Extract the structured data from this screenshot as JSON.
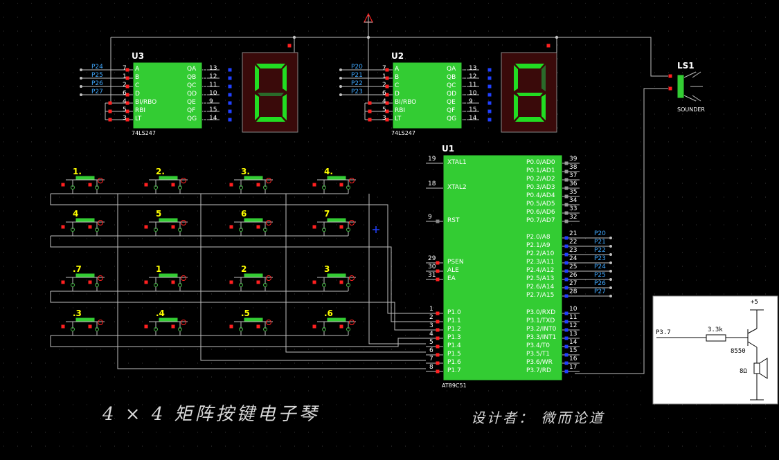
{
  "chips": {
    "u3": {
      "name": "U3",
      "part": "74LS247",
      "inputs": [
        "A",
        "B",
        "C",
        "D",
        "BI/RBO",
        "RBI",
        "LT"
      ],
      "input_pins": [
        "7",
        "1",
        "2",
        "6",
        "4",
        "5",
        "3"
      ],
      "outputs": [
        "QA",
        "QB",
        "QC",
        "QD",
        "QE",
        "QF",
        "QG"
      ],
      "output_pins": [
        "13",
        "12",
        "11",
        "10",
        "9",
        "15",
        "14"
      ],
      "nets": [
        "P24",
        "P25",
        "P26",
        "P27"
      ],
      "digit": "0"
    },
    "u2": {
      "name": "U2",
      "part": "74LS247",
      "inputs": [
        "A",
        "B",
        "C",
        "D",
        "BI/RBO",
        "RBI",
        "LT"
      ],
      "input_pins": [
        "7",
        "1",
        "2",
        "6",
        "4",
        "5",
        "3"
      ],
      "outputs": [
        "QA",
        "QB",
        "QC",
        "QD",
        "QE",
        "QF",
        "QG"
      ],
      "output_pins": [
        "13",
        "12",
        "11",
        "10",
        "9",
        "15",
        "14"
      ],
      "nets": [
        "P20",
        "P21",
        "P22",
        "P23"
      ],
      "digit": "6"
    },
    "u1": {
      "name": "U1",
      "part": "AT89C51",
      "left_top": [
        {
          "label": "XTAL1",
          "pin": "19"
        },
        {
          "label": "XTAL2",
          "pin": "18"
        },
        {
          "label": "RST",
          "pin": "9"
        }
      ],
      "left_mid": [
        {
          "label": "PSEN",
          "pin": "29"
        },
        {
          "label": "ALE",
          "pin": "30"
        },
        {
          "label": "EA",
          "pin": "31"
        }
      ],
      "left_p1": [
        {
          "label": "P1.0",
          "pin": "1"
        },
        {
          "label": "P1.1",
          "pin": "2"
        },
        {
          "label": "P1.2",
          "pin": "3"
        },
        {
          "label": "P1.3",
          "pin": "4"
        },
        {
          "label": "P1.4",
          "pin": "5"
        },
        {
          "label": "P1.5",
          "pin": "6"
        },
        {
          "label": "P1.6",
          "pin": "7"
        },
        {
          "label": "P1.7",
          "pin": "8"
        }
      ],
      "p0": [
        {
          "label": "P0.0/AD0",
          "pin": "39"
        },
        {
          "label": "P0.1/AD1",
          "pin": "38"
        },
        {
          "label": "P0.2/AD2",
          "pin": "37"
        },
        {
          "label": "P0.3/AD3",
          "pin": "36"
        },
        {
          "label": "P0.4/AD4",
          "pin": "35"
        },
        {
          "label": "P0.5/AD5",
          "pin": "34"
        },
        {
          "label": "P0.6/AD6",
          "pin": "33"
        },
        {
          "label": "P0.7/AD7",
          "pin": "32"
        }
      ],
      "p2": [
        {
          "label": "P2.0/A8",
          "pin": "21",
          "net": "P20"
        },
        {
          "label": "P2.1/A9",
          "pin": "22",
          "net": "P21"
        },
        {
          "label": "P2.2/A10",
          "pin": "23",
          "net": "P22"
        },
        {
          "label": "P2.3/A11",
          "pin": "24",
          "net": "P23"
        },
        {
          "label": "P2.4/A12",
          "pin": "25",
          "net": "P24"
        },
        {
          "label": "P2.5/A13",
          "pin": "26",
          "net": "P25"
        },
        {
          "label": "P2.6/A14",
          "pin": "27",
          "net": "P26"
        },
        {
          "label": "P2.7/A15",
          "pin": "28",
          "net": "P27"
        }
      ],
      "p3": [
        {
          "label": "P3.0/RXD",
          "pin": "10"
        },
        {
          "label": "P3.1/TXD",
          "pin": "11"
        },
        {
          "label": "P3.2/INT0",
          "pin": "12"
        },
        {
          "label": "P3.3/INT1",
          "pin": "13"
        },
        {
          "label": "P3.4/T0",
          "pin": "14"
        },
        {
          "label": "P3.5/T1",
          "pin": "15"
        },
        {
          "label": "P3.6/WR",
          "pin": "16"
        },
        {
          "label": "P3.7/RD",
          "pin": "17"
        }
      ]
    }
  },
  "speaker": {
    "name": "LS1",
    "part": "SOUNDER"
  },
  "keys": [
    [
      "1.",
      "2.",
      "3.",
      "4."
    ],
    [
      "4",
      "5",
      "6",
      "7"
    ],
    [
      ".7",
      "1",
      "2",
      "3"
    ],
    [
      ".3",
      ".4",
      ".5",
      ".6"
    ]
  ],
  "inset": {
    "vcc": "+5",
    "net": "P3.7",
    "resistor": "3.3k",
    "transistor": "8550",
    "speaker": "8Ω"
  },
  "title": "4 × 4 矩阵按键电子琴",
  "author": "设计者：  微而论道",
  "colors": {
    "background": "#000000",
    "wire": "#c0c0c0",
    "chip": "#33cc33",
    "digit_on": "#22dd22",
    "digit_off": "#2a6b2a",
    "display_bg": "#3a0a0a",
    "pin_red": "#ff2020",
    "pin_blue": "#2040ff",
    "key_label": "#ffff00",
    "net_label": "#3fa8ff"
  }
}
